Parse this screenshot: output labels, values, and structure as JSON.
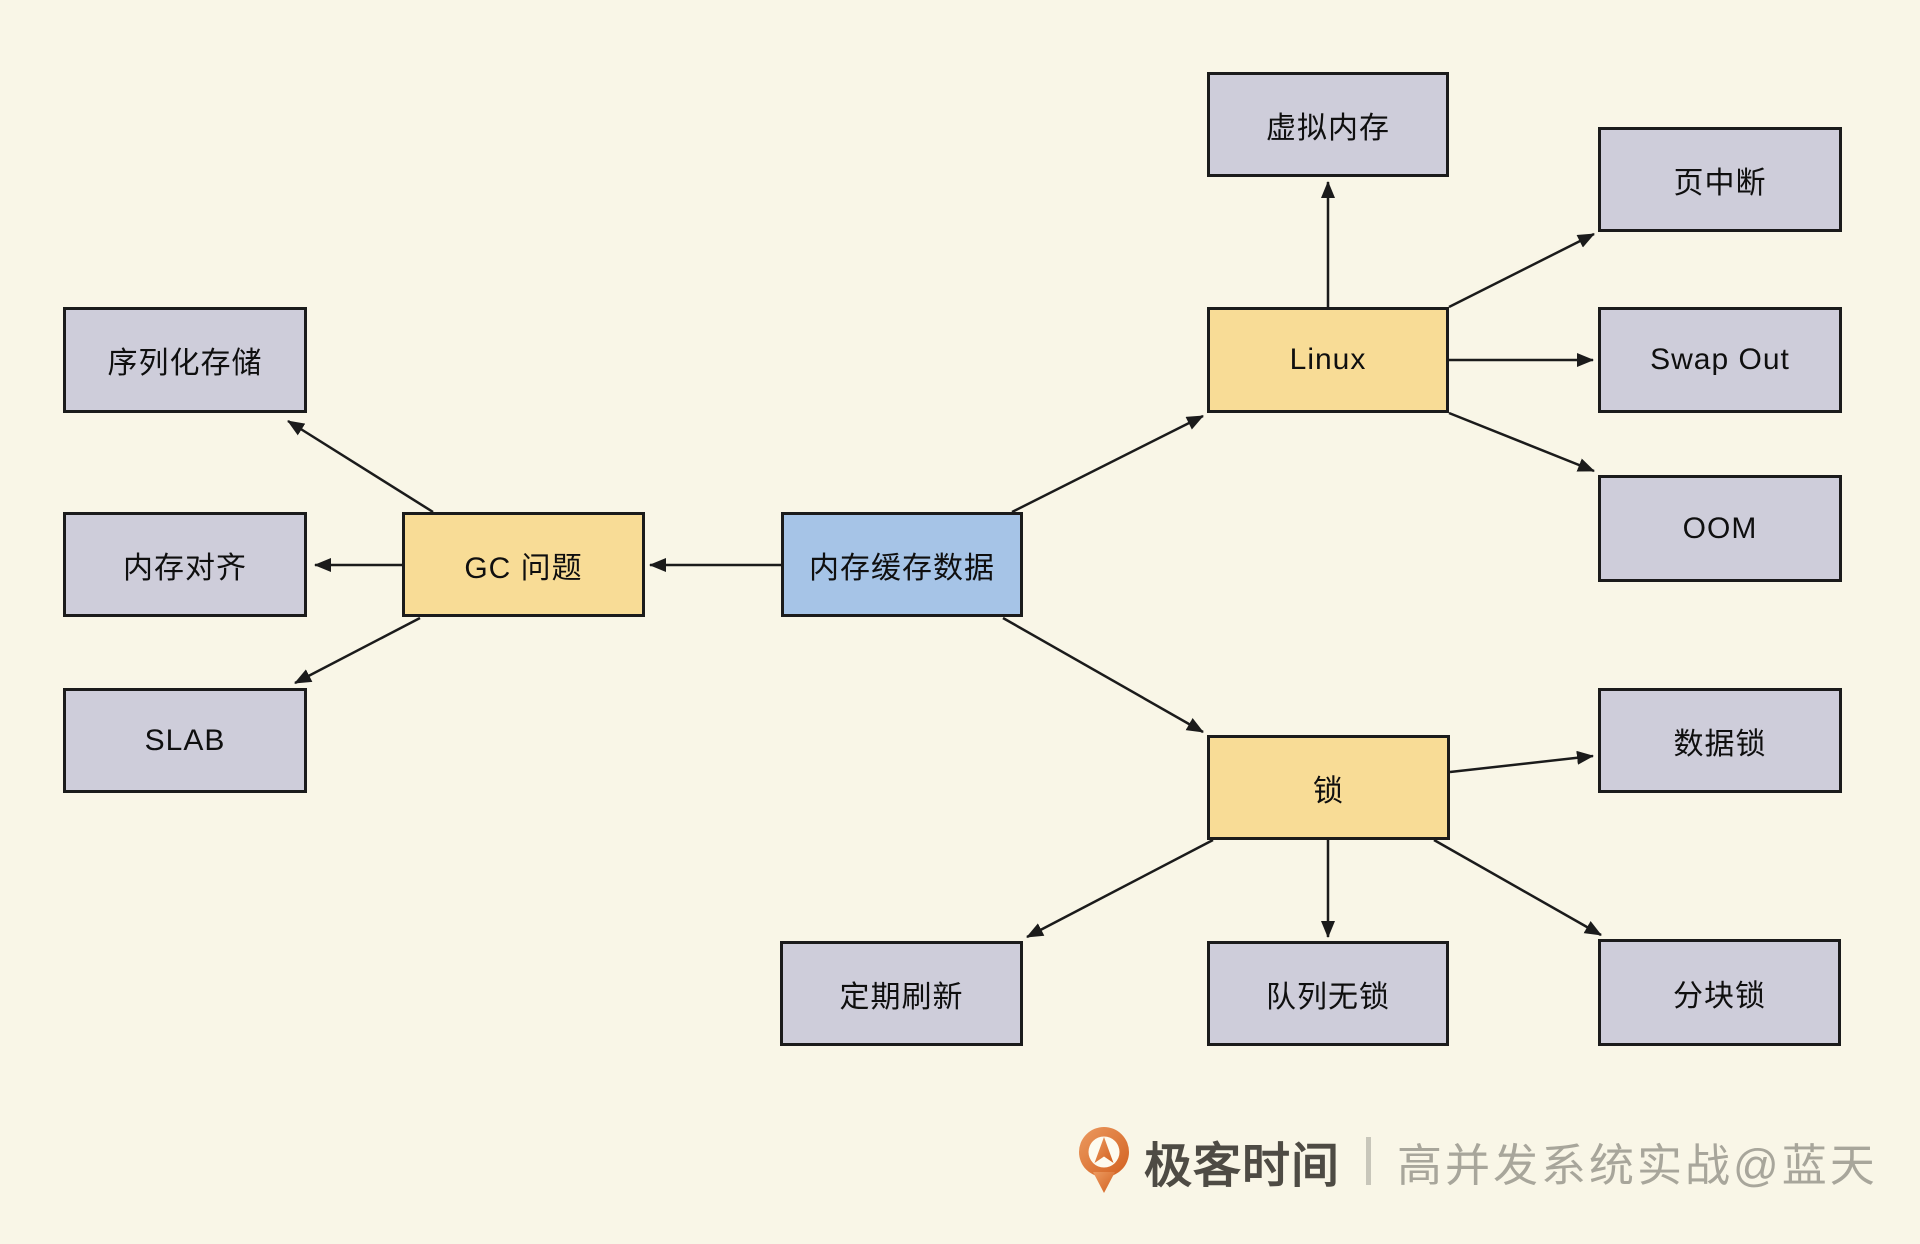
{
  "nodes": {
    "center": {
      "label": "内存缓存数据"
    },
    "gc": {
      "label": "GC 问题"
    },
    "serialize": {
      "label": "序列化存储"
    },
    "align": {
      "label": "内存对齐"
    },
    "slab": {
      "label": "SLAB"
    },
    "linux": {
      "label": "Linux"
    },
    "vmem": {
      "label": "虚拟内存"
    },
    "pagefault": {
      "label": "页中断"
    },
    "swapout": {
      "label": "Swap Out"
    },
    "oom": {
      "label": "OOM"
    },
    "lock": {
      "label": "锁"
    },
    "datalock": {
      "label": "数据锁"
    },
    "refresh": {
      "label": "定期刷新"
    },
    "lockfree": {
      "label": "队列无锁"
    },
    "chunklock": {
      "label": "分块锁"
    }
  },
  "footer": {
    "brand": "极客时间",
    "watermark": "高并发系统实战@蓝天"
  },
  "colors": {
    "background": "#f9f6e7",
    "node_leaf": "#cecdda",
    "node_branch": "#f8dc96",
    "node_root": "#a6c4e7",
    "line": "#1b1b1b",
    "brand_orange": "#d96a2d",
    "brand_text": "#4e4b44",
    "watermark_text": "#a8a69b"
  }
}
